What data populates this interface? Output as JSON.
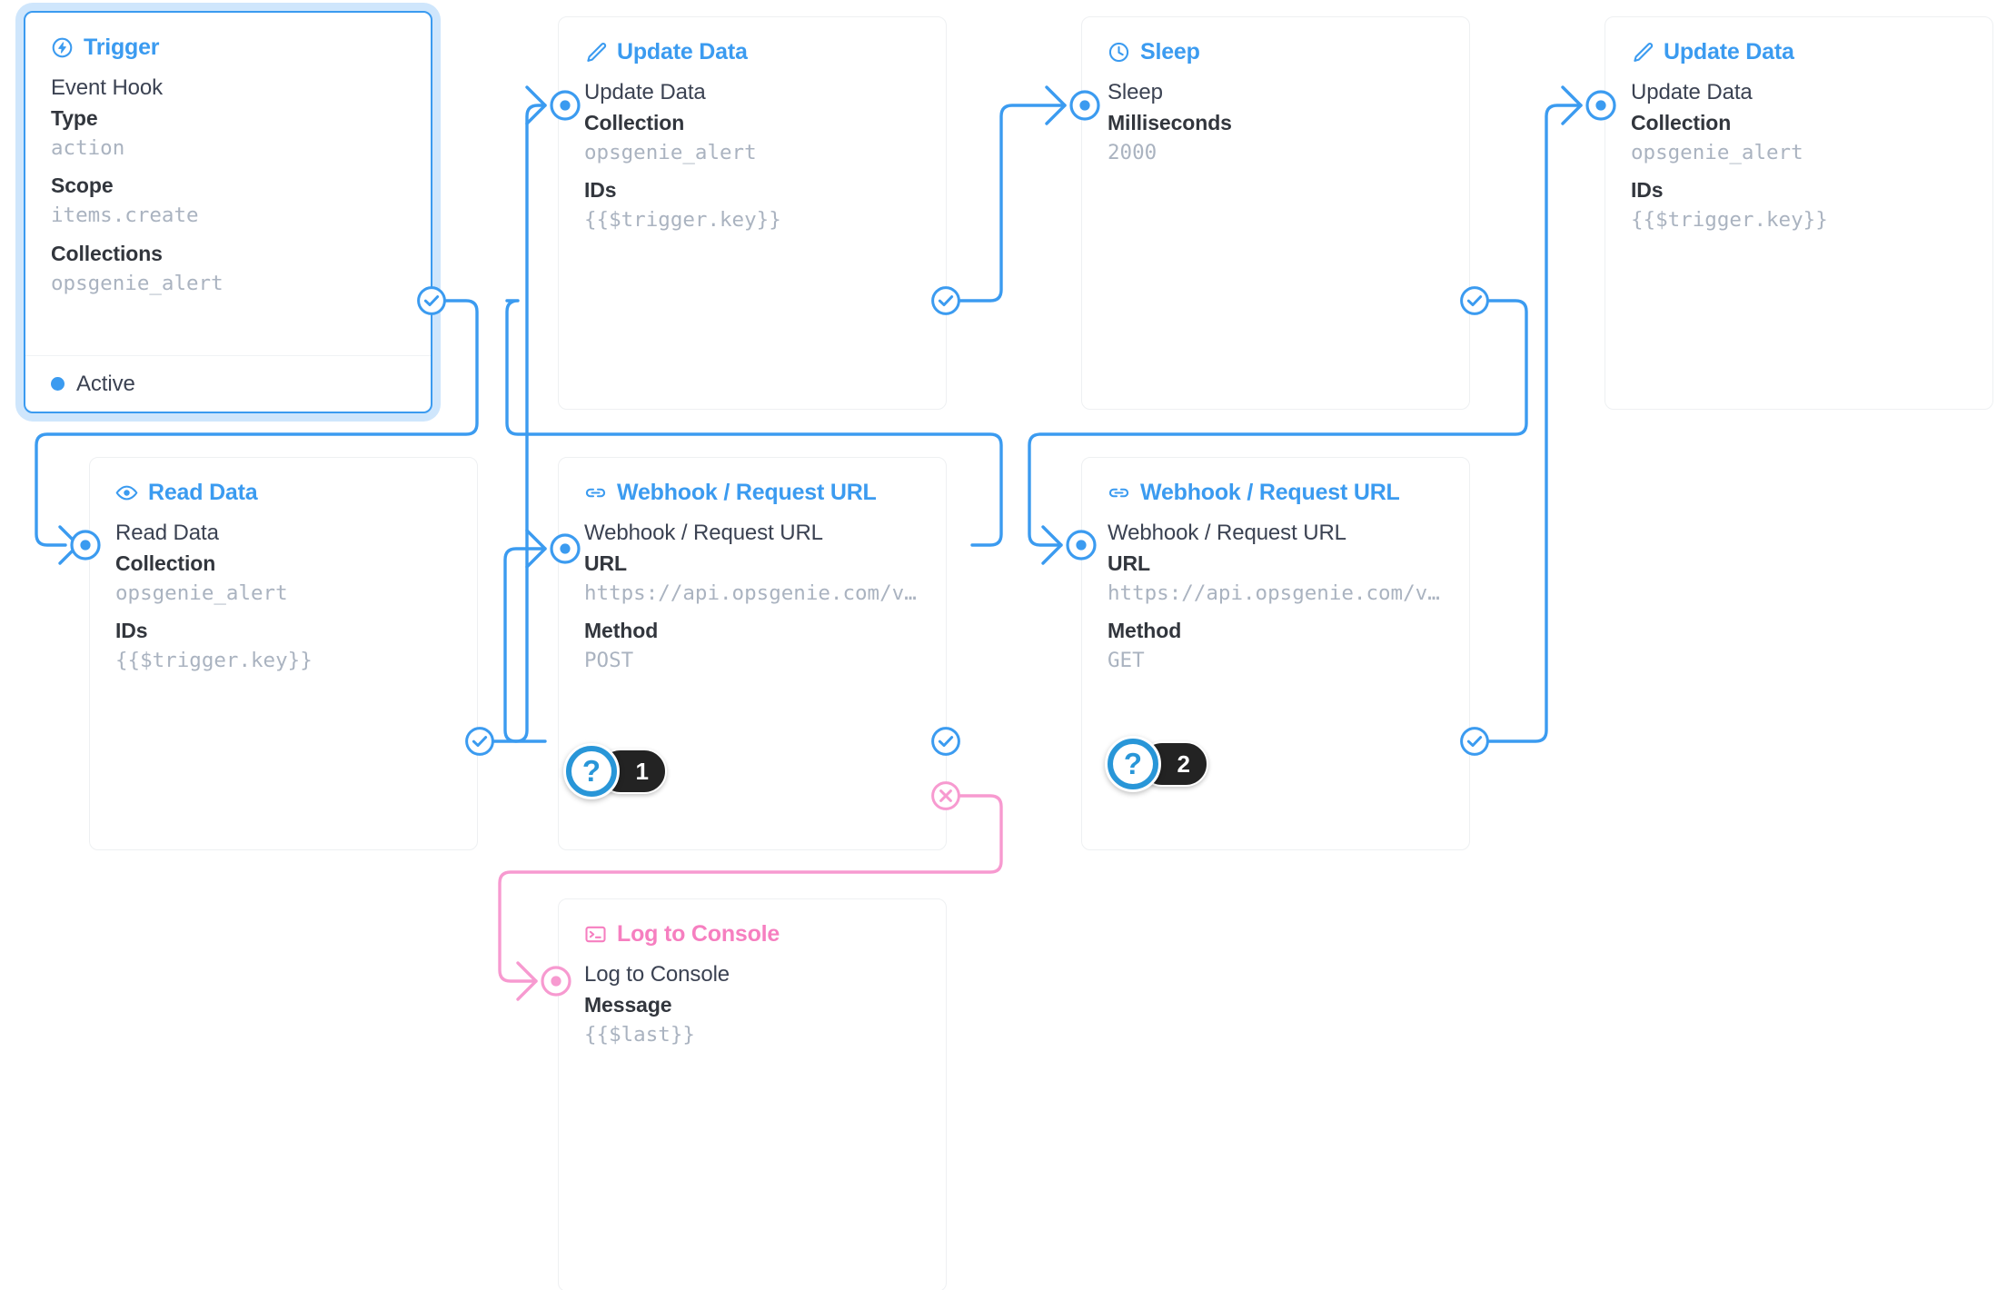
{
  "colors": {
    "accent": "#3b9bf0",
    "accent_dark": "#2896d8",
    "pink": "#f67fc0",
    "text": "#3b4252",
    "muted": "#aab3c0",
    "card_border": "#eef0f2",
    "badge_bg": "#232323",
    "selection_glow": "#cfe6fc"
  },
  "nodes": [
    {
      "id": "trigger",
      "icon": "lightning-circle-icon",
      "header": "Trigger",
      "title": "Event Hook",
      "fields": [
        {
          "key": "Type",
          "value": "action"
        },
        {
          "key": "Scope",
          "value": "items.create"
        },
        {
          "key": "Collections",
          "value": "opsgenie_alert"
        }
      ],
      "status": "Active",
      "selected": true
    },
    {
      "id": "update-data-1",
      "icon": "pencil-icon",
      "header": "Update Data",
      "title": "Update Data",
      "fields": [
        {
          "key": "Collection",
          "value": "opsgenie_alert"
        },
        {
          "key": "IDs",
          "value": "{{$trigger.key}}"
        }
      ]
    },
    {
      "id": "sleep",
      "icon": "clock-icon",
      "header": "Sleep",
      "title": "Sleep",
      "fields": [
        {
          "key": "Milliseconds",
          "value": "2000"
        }
      ]
    },
    {
      "id": "update-data-2",
      "icon": "pencil-icon",
      "header": "Update Data",
      "title": "Update Data",
      "fields": [
        {
          "key": "Collection",
          "value": "opsgenie_alert"
        },
        {
          "key": "IDs",
          "value": "{{$trigger.key}}"
        }
      ]
    },
    {
      "id": "read-data",
      "icon": "eye-icon",
      "header": "Read Data",
      "title": "Read Data",
      "fields": [
        {
          "key": "Collection",
          "value": "opsgenie_alert"
        },
        {
          "key": "IDs",
          "value": "{{$trigger.key}}"
        }
      ]
    },
    {
      "id": "webhook-post",
      "icon": "link-icon",
      "header": "Webhook / Request URL",
      "title": "Webhook / Request URL",
      "fields": [
        {
          "key": "URL",
          "value": "https://api.opsgenie.com/v…"
        },
        {
          "key": "Method",
          "value": "POST"
        }
      ]
    },
    {
      "id": "webhook-get",
      "icon": "link-icon",
      "header": "Webhook / Request URL",
      "title": "Webhook / Request URL",
      "fields": [
        {
          "key": "URL",
          "value": "https://api.opsgenie.com/v…"
        },
        {
          "key": "Method",
          "value": "GET"
        }
      ]
    },
    {
      "id": "log-to-console",
      "icon": "console-icon",
      "header": "Log to Console",
      "title": "Log to Console",
      "fields": [
        {
          "key": "Message",
          "value": "{{$last}}"
        }
      ]
    }
  ],
  "hints": [
    {
      "id": "hint-1",
      "marker": "?",
      "count": "1"
    },
    {
      "id": "hint-2",
      "marker": "?",
      "count": "2"
    }
  ]
}
